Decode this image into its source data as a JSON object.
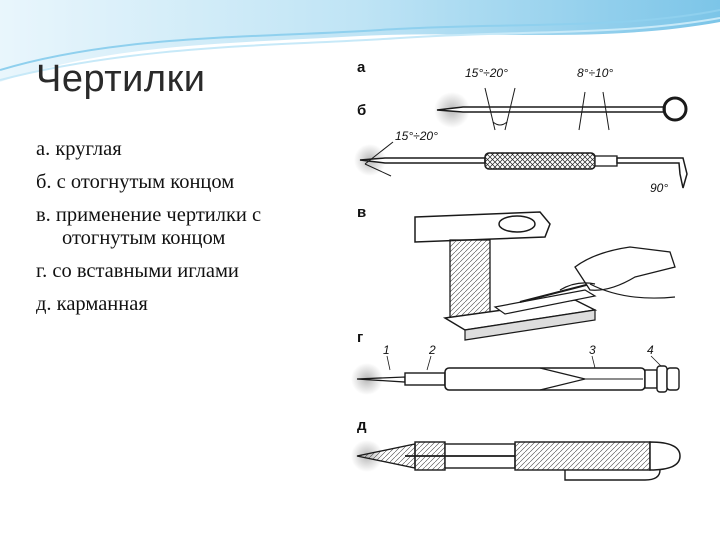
{
  "slide": {
    "title": "Чертилки",
    "items": [
      {
        "text": "а. круглая"
      },
      {
        "text": "б. с отогнутым концом"
      },
      {
        "text": "в. применение чертилки с",
        "cont": "отогнутым концом"
      },
      {
        "text": "г. со вставными иглами"
      },
      {
        "text": "д. карманная"
      }
    ]
  },
  "figure": {
    "labels": {
      "a": "а",
      "b": "б",
      "v": "в",
      "g": "г",
      "d": "д"
    },
    "annotations": {
      "angle_tip_a": "15°÷20°",
      "angle_end_a": "8°÷10°",
      "angle_tip_b": "15°÷20°",
      "angle_hook_b": "90°",
      "part_1": "1",
      "part_2": "2",
      "part_3": "3",
      "part_4": "4"
    }
  },
  "colors": {
    "wave_light": "#d6eef8",
    "wave_mid": "#a9d9f0",
    "wave_dark": "#6fbde2",
    "line": "#1a1a1a",
    "glow": "#c8c8c8"
  }
}
